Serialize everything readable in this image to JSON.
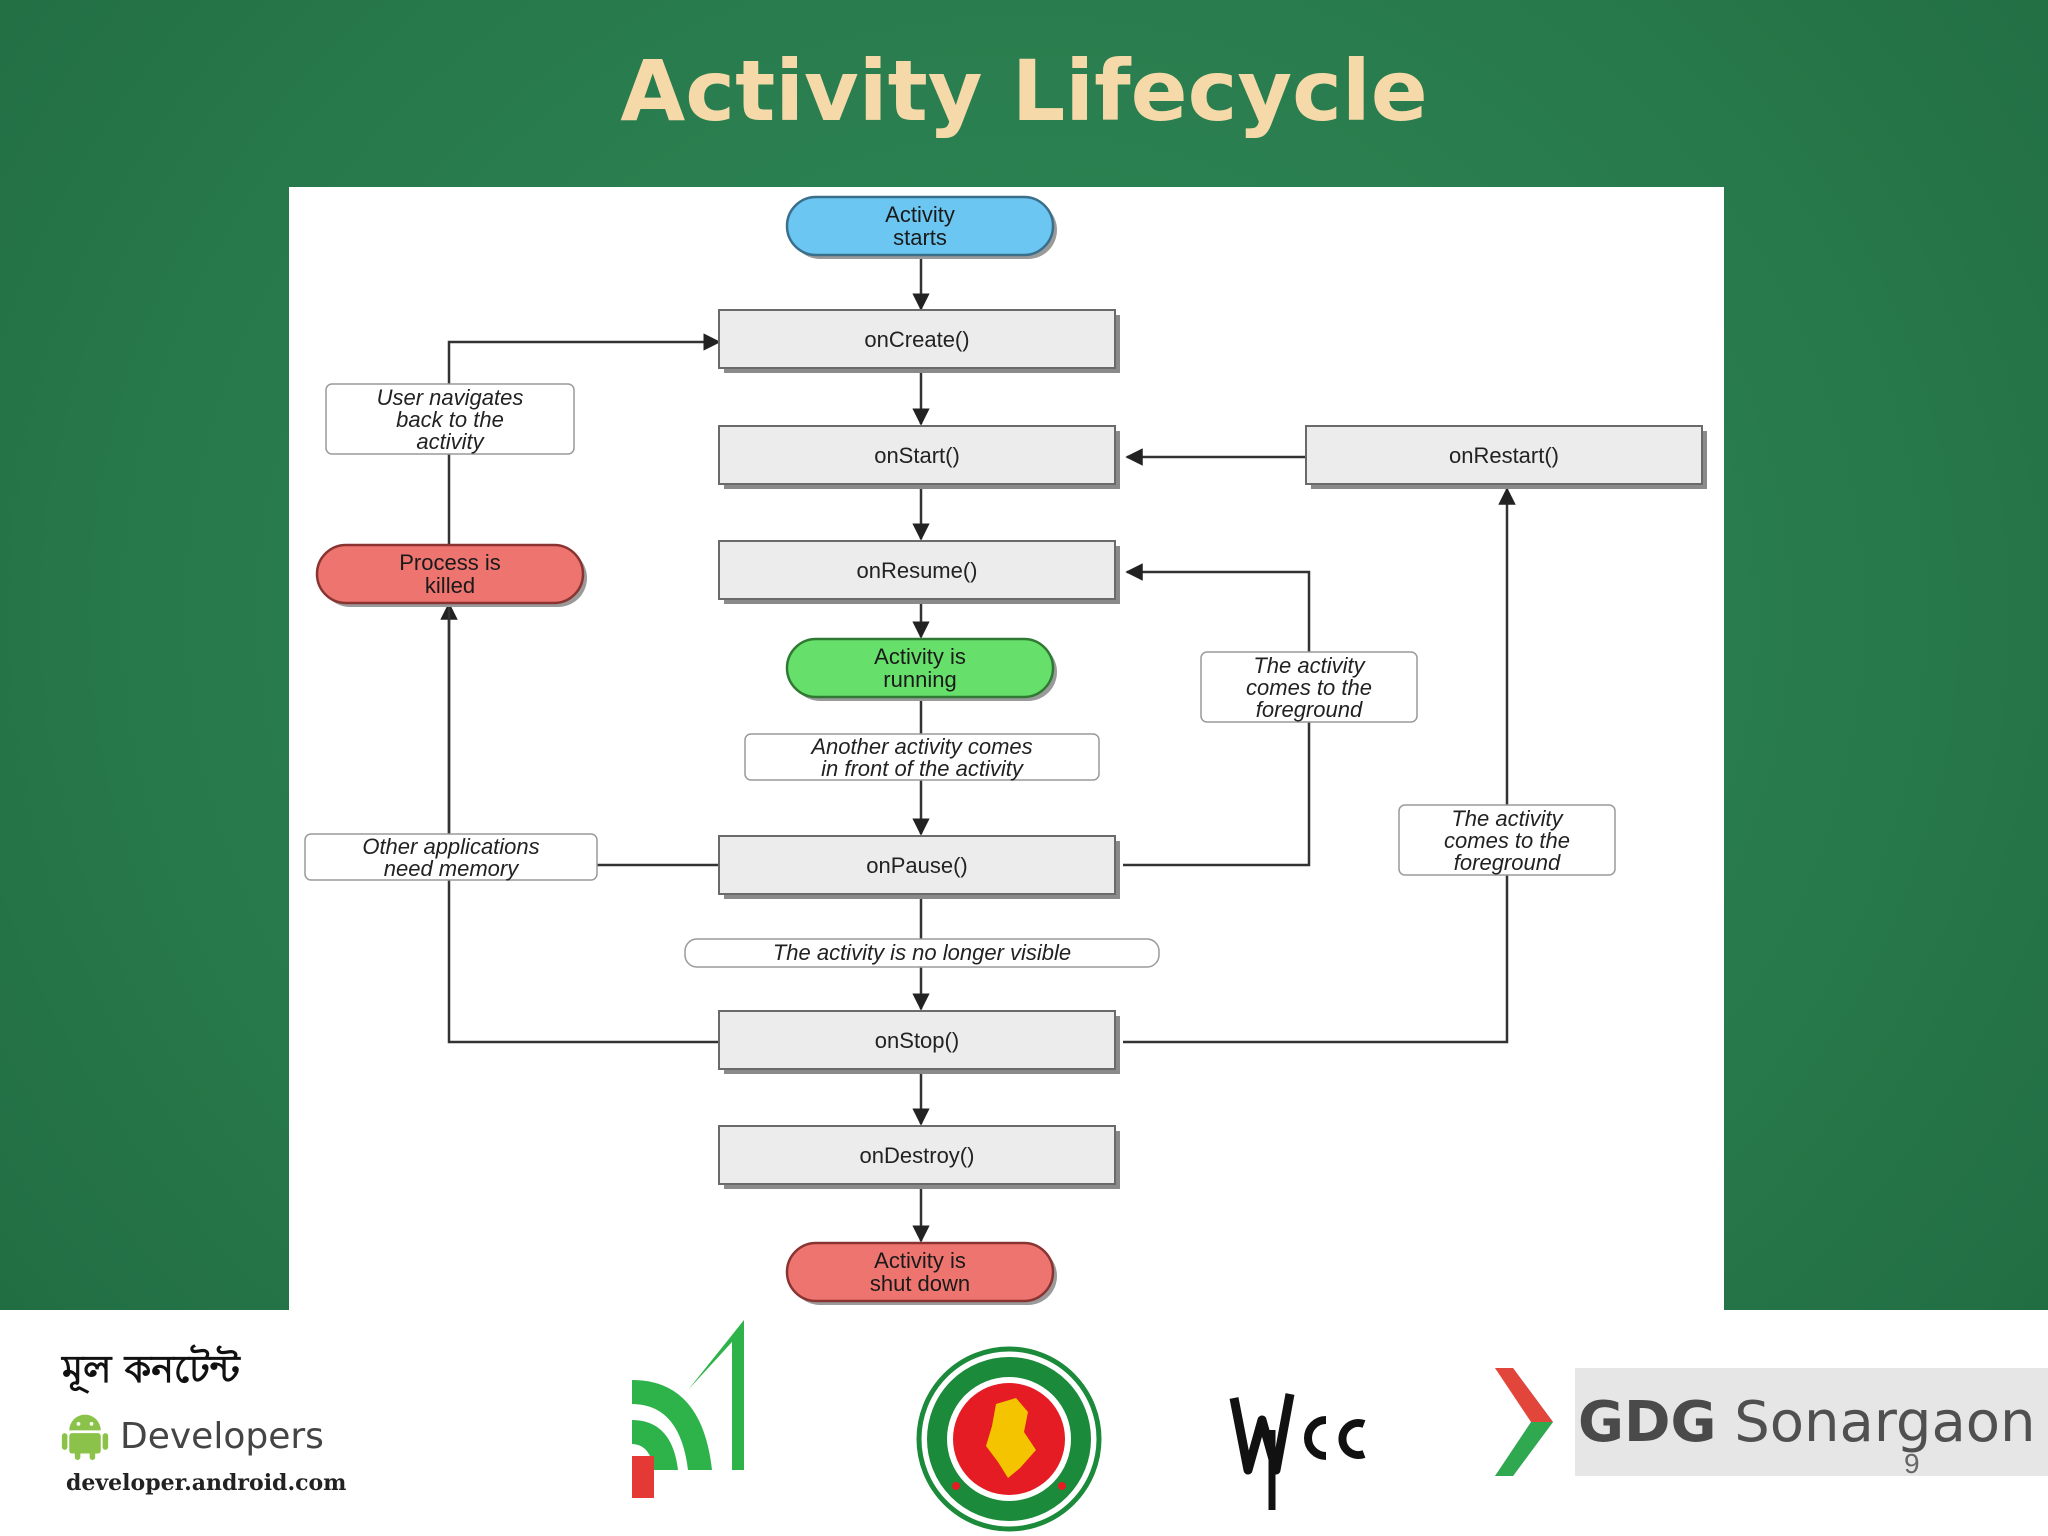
{
  "slide": {
    "title": "Activity Lifecycle",
    "page_number": "9"
  },
  "diagram": {
    "nodes": {
      "starts": {
        "line1": "Activity",
        "line2": "starts"
      },
      "on_create": "onCreate()",
      "on_start": "onStart()",
      "on_restart": "onRestart()",
      "on_resume": "onResume()",
      "running": {
        "line1": "Activity is",
        "line2": "running"
      },
      "on_pause": "onPause()",
      "on_stop": "onStop()",
      "on_destroy": "onDestroy()",
      "shut_down": {
        "line1": "Activity is",
        "line2": "shut down"
      },
      "process_killed": {
        "line1": "Process is",
        "line2": "killed"
      }
    },
    "edge_labels": {
      "navigates_back": {
        "line1": "User navigates",
        "line2": "back to the",
        "line3": "activity"
      },
      "another_activity": {
        "line1": "Another activity comes",
        "line2": "in front of the activity"
      },
      "comes_to_foreground_resume": {
        "line1": "The activity",
        "line2": "comes to the",
        "line3": "foreground"
      },
      "comes_to_foreground_restart": {
        "line1": "The activity",
        "line2": "comes to the",
        "line3": "foreground"
      },
      "other_apps_memory": {
        "line1": "Other applications",
        "line2": "need memory"
      },
      "no_longer_visible": "The activity is no longer visible"
    },
    "colors": {
      "start_node": "#6cc6f2",
      "running_node": "#66e06a",
      "end_node": "#ee7470",
      "method_box": "#ececec",
      "background": "#287a4c",
      "title": "#f6d9a9"
    }
  },
  "footer": {
    "bengali_text": "মূল কনটেন্ট",
    "developers_label": "Developers",
    "developers_url": "developer.android.com",
    "gdg_label_bold": "GDG",
    "gdg_label": "Sonargaon"
  }
}
